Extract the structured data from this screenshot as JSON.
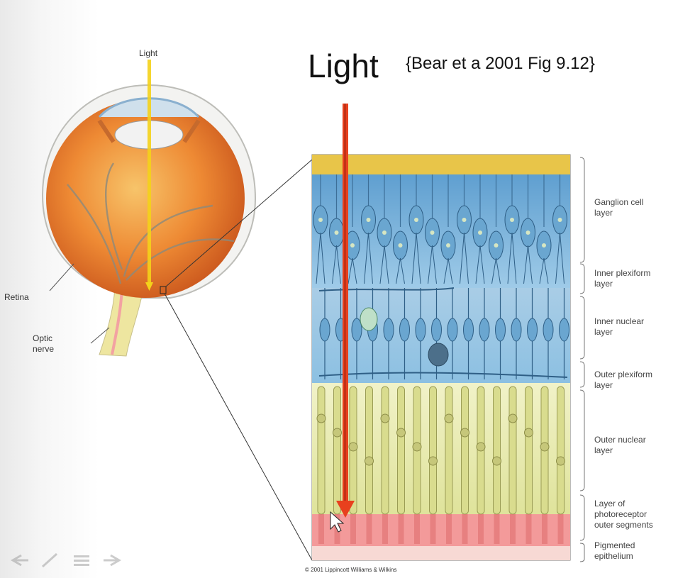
{
  "slide": {
    "title": "Light",
    "citation": "{Bear et a 2001 Fig 9.12}",
    "copyright": "© 2001 Lippincott Williams & Wilkins"
  },
  "eye": {
    "light_label": "Light",
    "retina_label": "Retina",
    "optic_nerve_label_line1": "Optic",
    "optic_nerve_label_line2": "nerve"
  },
  "layers": [
    {
      "line1": "Ganglion cell",
      "line2": "layer"
    },
    {
      "line1": "Inner plexiform",
      "line2": "layer"
    },
    {
      "line1": "Inner nuclear",
      "line2": "layer"
    },
    {
      "line1": "Outer plexiform",
      "line2": "layer"
    },
    {
      "line1": "Outer nuclear",
      "line2": "layer"
    },
    {
      "line1": "Layer of",
      "line2": "photoreceptor",
      "line3": "outer segments"
    },
    {
      "line1": "Pigmented",
      "line2": "epithelium"
    }
  ],
  "colors": {
    "light_arrow": "#e8401e",
    "eye_light_beam": "#f4d21a",
    "ganglion_bg": "#7fb7dc",
    "outer_nuclear_bg": "#e9ecb4",
    "photoreceptor_bg": "#f39a9a",
    "eye_orange": "#e9782a"
  },
  "nav": {
    "icons": [
      "prev-arrow-icon",
      "pen-icon",
      "menu-icon",
      "next-arrow-icon"
    ]
  }
}
